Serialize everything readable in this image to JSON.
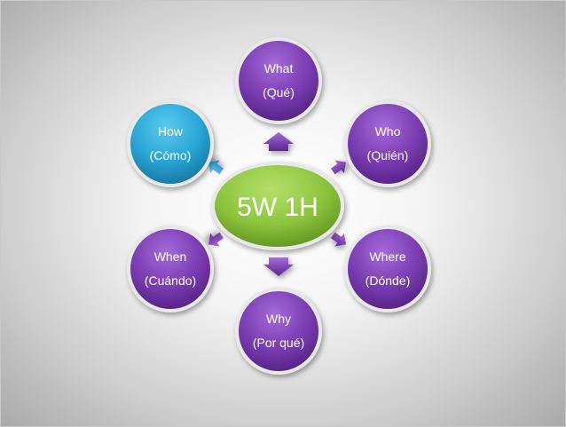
{
  "diagram": {
    "center": {
      "label": "5W 1H",
      "color": "#8dc63f"
    },
    "nodes": [
      {
        "id": "what",
        "line1": "What",
        "line2": "(Qué)",
        "color": "#7b3fb4"
      },
      {
        "id": "who",
        "line1": "Who",
        "line2": "(Quién)",
        "color": "#7b3fb4"
      },
      {
        "id": "where",
        "line1": "Where",
        "line2": "(Dónde)",
        "color": "#7b3fb4"
      },
      {
        "id": "why",
        "line1": "Why",
        "line2": "(Por qué)",
        "color": "#7b3fb4"
      },
      {
        "id": "when",
        "line1": "When",
        "line2": "(Cuándo)",
        "color": "#7b3fb4"
      },
      {
        "id": "how",
        "line1": "How",
        "line2": "(Cómo)",
        "color": "#2aa7d6"
      }
    ]
  }
}
